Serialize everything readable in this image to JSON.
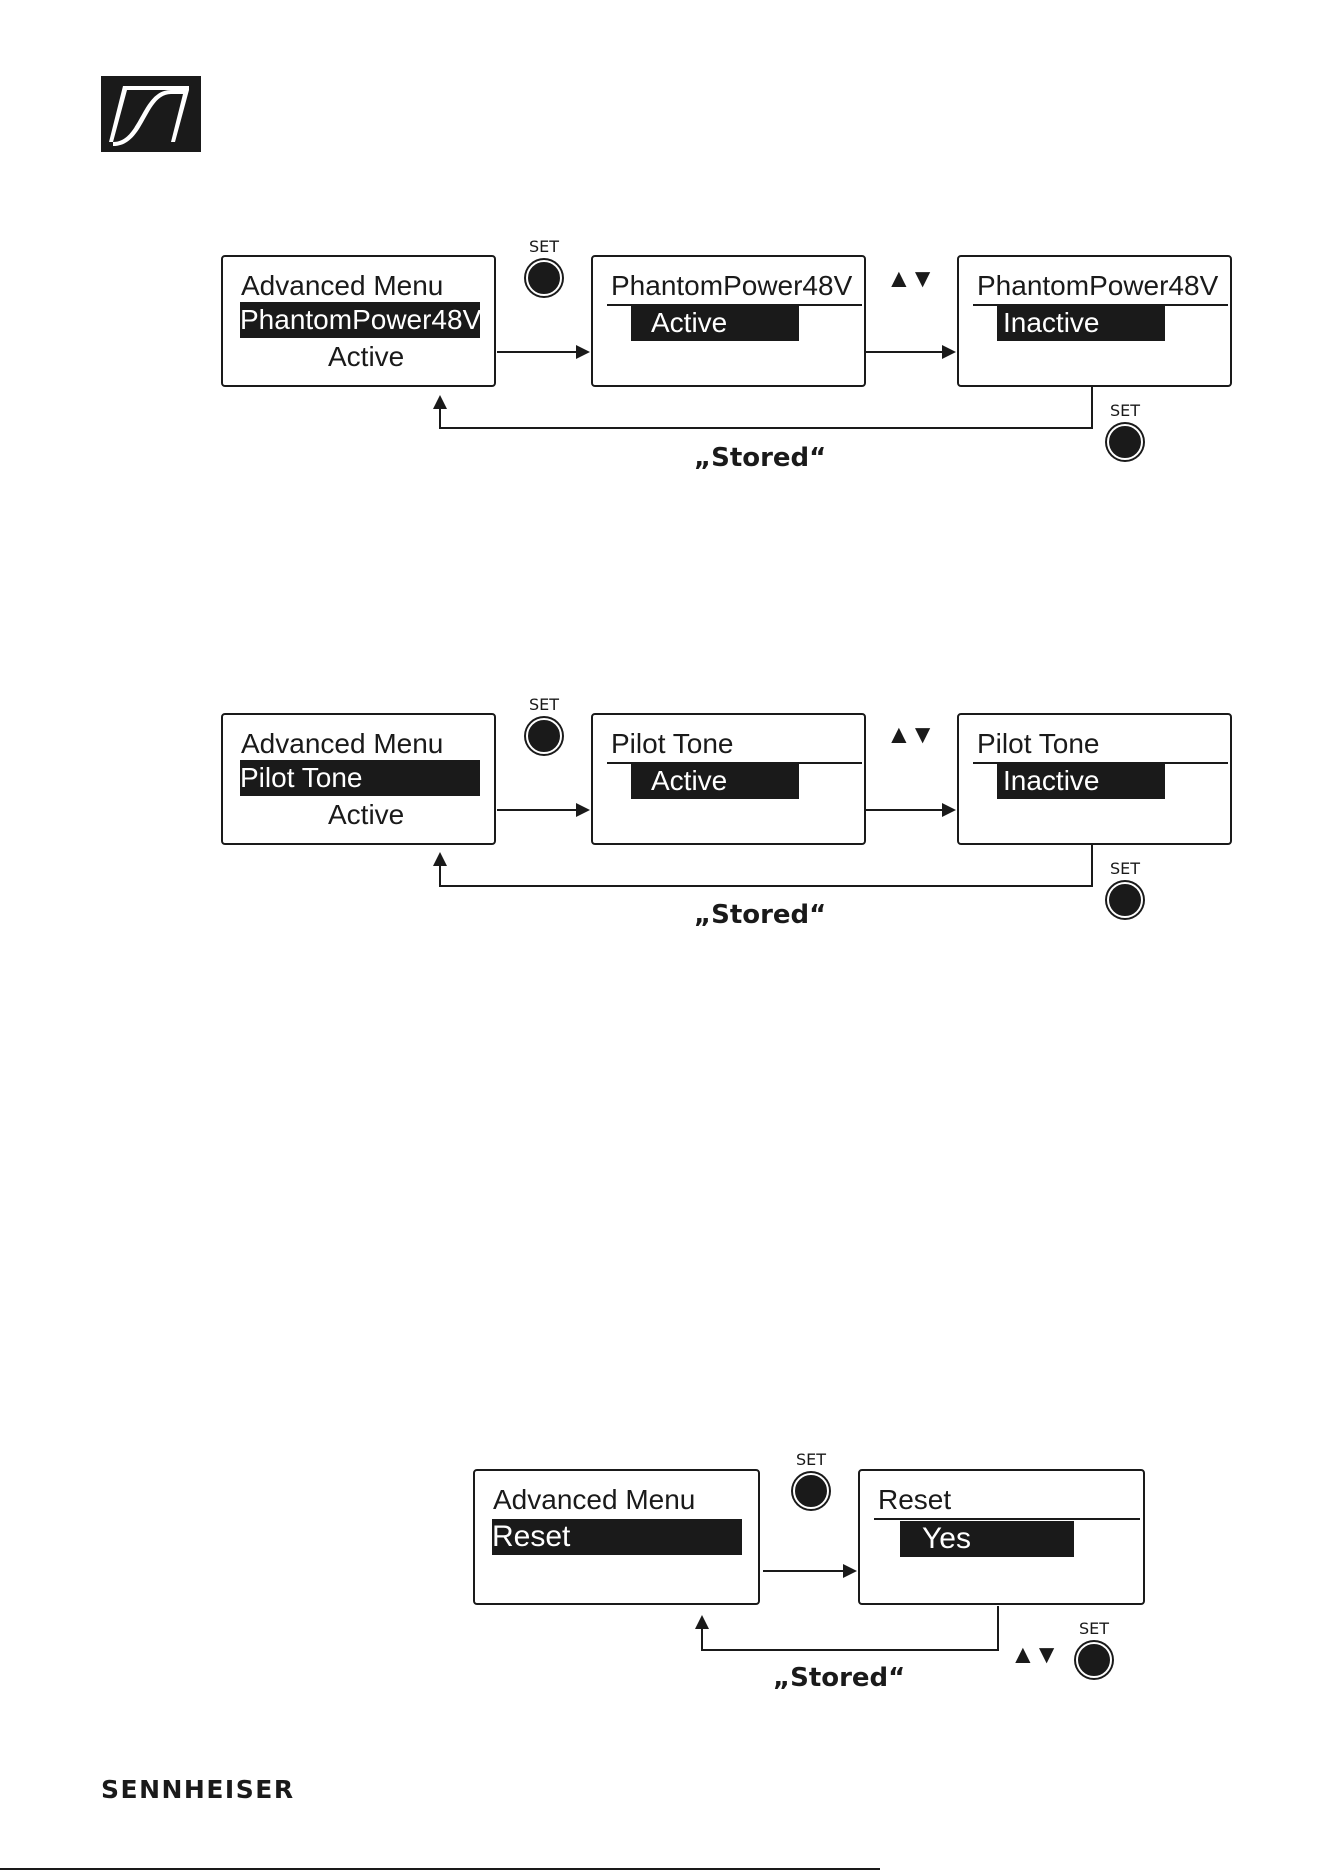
{
  "brand": {
    "wordmark": "SENNHEISER"
  },
  "set_label": "SET",
  "stored_label": "„Stored“",
  "updown_label": "▲▼",
  "diagrams": {
    "phantom": {
      "screen1": {
        "line1": "Advanced Menu",
        "selected": "PhantomPower48V",
        "line3": "Active"
      },
      "screen2": {
        "title": "PhantomPower48V",
        "selected": "Active"
      },
      "screen3": {
        "title": "PhantomPower48V",
        "selected": "Inactive"
      }
    },
    "pilot": {
      "screen1": {
        "line1": "Advanced Menu",
        "selected": "Pilot Tone",
        "line3": "Active"
      },
      "screen2": {
        "title": "Pilot Tone",
        "selected": "Active"
      },
      "screen3": {
        "title": "Pilot Tone",
        "selected": "Inactive"
      }
    },
    "reset": {
      "screen1": {
        "line1": "Advanced Menu",
        "selected": "Reset"
      },
      "screen2": {
        "title": "Reset",
        "selected": "Yes"
      }
    }
  }
}
